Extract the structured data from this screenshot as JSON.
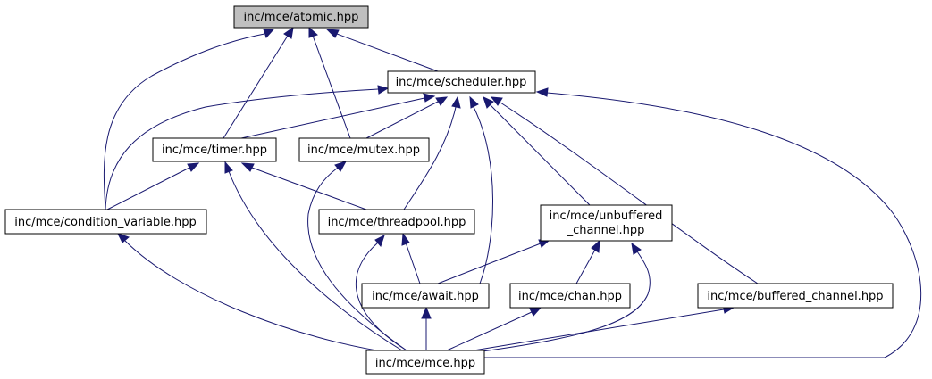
{
  "diagram": {
    "type": "include-dependency-graph",
    "colors": {
      "edge": "#191970",
      "root_fill": "#bfbfbf",
      "node_fill": "#ffffff",
      "border": "#000000"
    },
    "nodes": [
      {
        "id": "atomic",
        "label": "inc/mce/atomic.hpp",
        "root": true
      },
      {
        "id": "scheduler",
        "label": "inc/mce/scheduler.hpp"
      },
      {
        "id": "timer",
        "label": "inc/mce/timer.hpp"
      },
      {
        "id": "mutex",
        "label": "inc/mce/mutex.hpp"
      },
      {
        "id": "condvar",
        "label": "inc/mce/condition_variable.hpp"
      },
      {
        "id": "threadpool",
        "label": "inc/mce/threadpool.hpp"
      },
      {
        "id": "unbuffered",
        "label": "inc/mce/unbuffered",
        "label2": "_channel.hpp"
      },
      {
        "id": "await",
        "label": "inc/mce/await.hpp"
      },
      {
        "id": "chan",
        "label": "inc/mce/chan.hpp"
      },
      {
        "id": "buffered",
        "label": "inc/mce/buffered_channel.hpp"
      },
      {
        "id": "mce",
        "label": "inc/mce/mce.hpp"
      }
    ],
    "edges": [
      [
        "scheduler",
        "atomic"
      ],
      [
        "timer",
        "atomic"
      ],
      [
        "mutex",
        "atomic"
      ],
      [
        "condvar",
        "atomic"
      ],
      [
        "timer",
        "scheduler"
      ],
      [
        "mutex",
        "scheduler"
      ],
      [
        "condvar",
        "scheduler"
      ],
      [
        "threadpool",
        "scheduler"
      ],
      [
        "await",
        "scheduler"
      ],
      [
        "unbuffered",
        "scheduler"
      ],
      [
        "buffered",
        "scheduler"
      ],
      [
        "mce",
        "scheduler"
      ],
      [
        "condvar",
        "timer"
      ],
      [
        "threadpool",
        "timer"
      ],
      [
        "mce",
        "timer"
      ],
      [
        "mce",
        "mutex"
      ],
      [
        "mce",
        "condvar"
      ],
      [
        "await",
        "threadpool"
      ],
      [
        "mce",
        "threadpool"
      ],
      [
        "await",
        "unbuffered"
      ],
      [
        "chan",
        "unbuffered"
      ],
      [
        "mce",
        "unbuffered"
      ],
      [
        "mce",
        "await"
      ],
      [
        "mce",
        "chan"
      ],
      [
        "mce",
        "buffered"
      ]
    ]
  }
}
